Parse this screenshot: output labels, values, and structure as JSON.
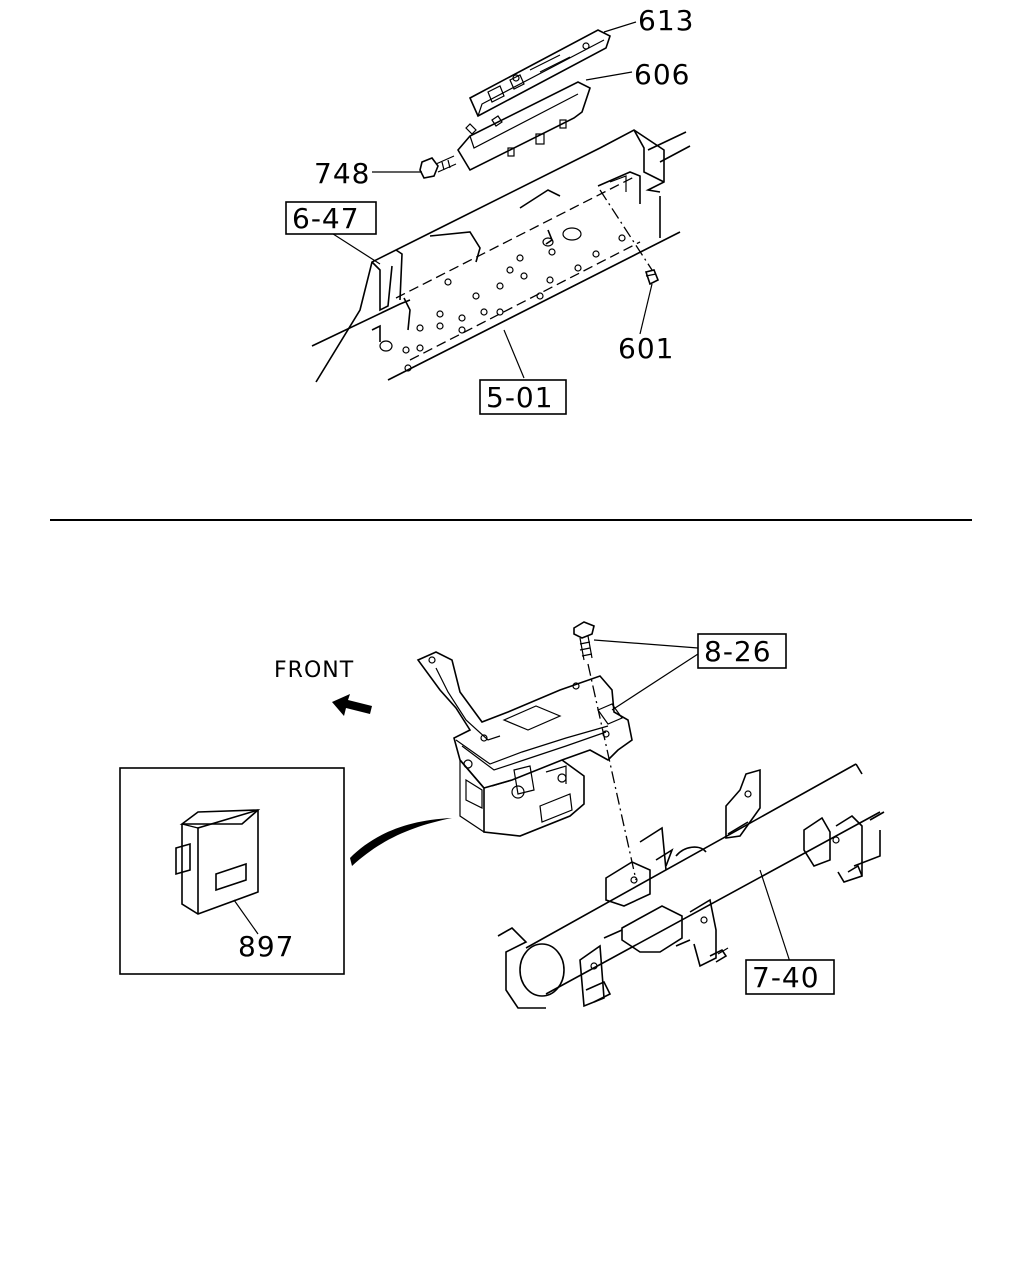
{
  "callouts": {
    "part_613": "613",
    "part_606": "606",
    "part_748": "748",
    "ref_6_47": "6-47",
    "ref_5_01": "5-01",
    "part_601": "601",
    "ref_8_26": "8-26",
    "front_label": "FRONT",
    "part_897": "897",
    "ref_7_40": "7-40"
  }
}
